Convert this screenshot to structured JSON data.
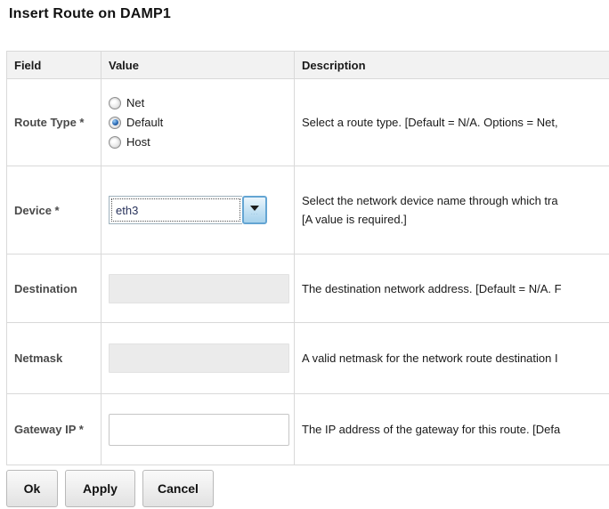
{
  "page": {
    "title": "Insert Route on DAMP1"
  },
  "table": {
    "headers": {
      "field": "Field",
      "value": "Value",
      "description": "Description"
    },
    "rows": [
      {
        "field": "Route Type *",
        "type": "radio-group",
        "options": [
          "Net",
          "Default",
          "Host"
        ],
        "selected": "Default",
        "description": "Select a route type. [Default = N/A. Options = Net,"
      },
      {
        "field": "Device *",
        "type": "combobox",
        "value": "eth3",
        "description_line1": "Select the network device name through which tra",
        "description_line2": "[A value is required.]"
      },
      {
        "field": "Destination",
        "type": "text-disabled",
        "value": "",
        "description": "The destination network address. [Default = N/A. F"
      },
      {
        "field": "Netmask",
        "type": "text-disabled",
        "value": "",
        "description": "A valid netmask for the network route destination I"
      },
      {
        "field": "Gateway IP *",
        "type": "text",
        "value": "",
        "description": "The IP address of the gateway for this route. [Defa"
      }
    ]
  },
  "buttons": {
    "ok": "Ok",
    "apply": "Apply",
    "cancel": "Cancel"
  },
  "colors": {
    "header_bg": "#f2f2f2",
    "table_border": "#d9d9d9",
    "radio_selected": "#2d6cb5",
    "combo_arrow_bg": "#bfdff2",
    "combo_arrow_border": "#64a5d3",
    "disabled_input_bg": "#ebebeb",
    "label_text": "#4a4a4a"
  }
}
